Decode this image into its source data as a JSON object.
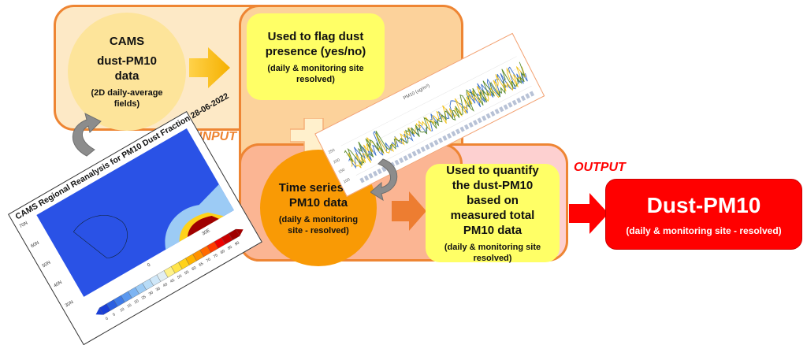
{
  "input_label": "INPUT",
  "output_label": "OUTPUT",
  "cams_circle": {
    "line1": "CAMS",
    "line2": "dust-PM10",
    "line3": "data",
    "sub": "(2D daily-average fields)"
  },
  "flag_box": {
    "title": "Used to flag dust presence (yes/no)",
    "sub": "(daily & monitoring site resolved)"
  },
  "timeseries_circle": {
    "title": "Time series of PM10 data",
    "sub": "(daily & monitoring site - resolved)"
  },
  "quantify_box": {
    "title": "Used to quantify the dust-PM10 based on measured  total PM10 data",
    "sub": "(daily & monitoring site resolved)"
  },
  "result_box": {
    "title": "Dust-PM10",
    "sub": "(daily & monitoring site - resolved)"
  },
  "map_figure": {
    "title": "CAMS Regional Reanalysis for PM10 Dust Fraction 28-06-2022",
    "lat_labels": [
      "70N",
      "60N",
      "50N",
      "40N",
      "30N"
    ],
    "lon_labels": [
      "0",
      "30E"
    ],
    "colorbar_ticks": [
      "0",
      "5",
      "10",
      "15",
      "20",
      "25",
      "30",
      "35",
      "40",
      "45",
      "50",
      "55",
      "60",
      "65",
      "70",
      "75",
      "80",
      "85",
      "90"
    ],
    "colorbar_colors": [
      "#1a3fd6",
      "#2a5ee0",
      "#3e7ae8",
      "#5b98ee",
      "#7db4f2",
      "#9ccbf5",
      "#b8dcf7",
      "#cfe7f8",
      "#e2eef2",
      "#fff28a",
      "#ffe44a",
      "#ffd21a",
      "#ffb400",
      "#ff9200",
      "#ff6a00",
      "#ff3a00",
      "#ee0000",
      "#c80000",
      "#a00000"
    ]
  },
  "chart_figure": {
    "ylabel": "PM10 (ug/m³)",
    "y_ticks": [
      "100",
      "150",
      "200",
      "250"
    ],
    "series_colors": [
      "#3a6fc9",
      "#f2c21a",
      "#5a8a2a"
    ]
  },
  "colors": {
    "input_bg": "#fde9c6",
    "frame_border": "#ee8533",
    "flag_bg": "#ffff66",
    "timeseries_bg": "#f99a05",
    "output_bg": "#fdd0d0",
    "result_bg": "#ff0000"
  }
}
